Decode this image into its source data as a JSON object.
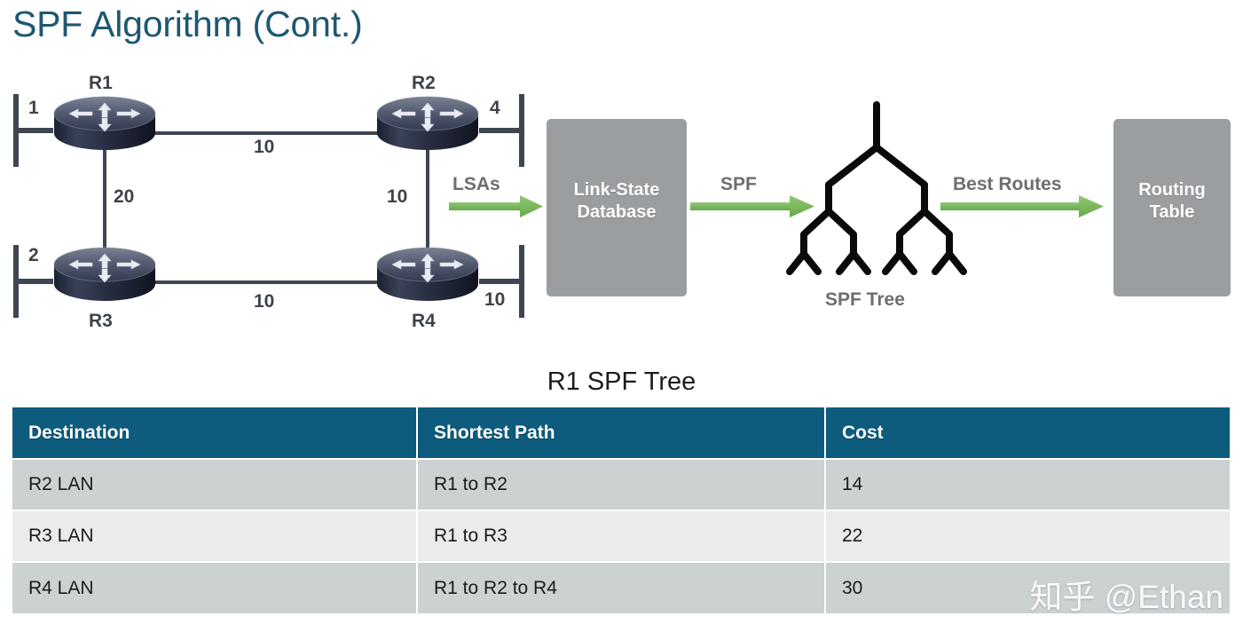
{
  "slide": {
    "title": "SPF Algorithm (Cont.)"
  },
  "diagram": {
    "routers": [
      {
        "id": "r1",
        "label": "R1"
      },
      {
        "id": "r2",
        "label": "R2"
      },
      {
        "id": "r3",
        "label": "R3"
      },
      {
        "id": "r4",
        "label": "R4"
      }
    ],
    "lan_costs": {
      "r1_left": "1",
      "r2_right": "4",
      "r3_left": "2",
      "r4_right": "10"
    },
    "link_costs": {
      "r1_r2": "10",
      "r1_r3": "20",
      "r2_r4": "10",
      "r3_r4": "10"
    },
    "flow_labels": {
      "lsas": "LSAs",
      "spf": "SPF",
      "best_routes": "Best Routes"
    },
    "boxes": {
      "lsdb_line1": "Link-State",
      "lsdb_line2": "Database",
      "routing_line1": "Routing",
      "routing_line2": "Table"
    },
    "tree_caption": "SPF Tree",
    "colors": {
      "arrow_green": "#7cb85c",
      "box_gray": "#9b9ea1",
      "router_body": "#2b3044",
      "line_dark": "#3d4651",
      "tree_black": "#0a0a0a"
    }
  },
  "table": {
    "heading": "R1 SPF Tree",
    "columns": [
      "Destination",
      "Shortest Path",
      "Cost"
    ],
    "rows": [
      {
        "destination": "R2 LAN",
        "shortest_path": "R1 to R2",
        "cost": "14"
      },
      {
        "destination": "R3 LAN",
        "shortest_path": "R1 to R3",
        "cost": "22"
      },
      {
        "destination": "R4 LAN",
        "shortest_path": "R1 to R2 to R4",
        "cost": "30"
      }
    ],
    "header_color": "#0d5b7d"
  },
  "watermark": {
    "text": "知乎 @Ethan"
  }
}
